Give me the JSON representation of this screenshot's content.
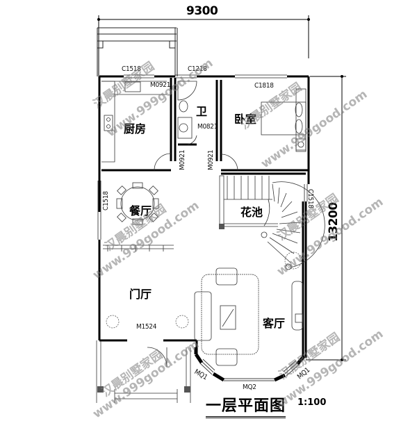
{
  "drawing": {
    "title": "一层平面图",
    "scale": "1:100",
    "dimensions": {
      "width": "9300",
      "height": "13200"
    }
  },
  "rooms": {
    "kitchen": "厨房",
    "bathroom": "卫",
    "bedroom": "卧室",
    "dining": "餐厅",
    "planter": "花池",
    "foyer": "门厅",
    "living": "客厅"
  },
  "openings": {
    "window_kitchen": "C1518",
    "window_bath": "C1218",
    "window_bedroom": "C1818",
    "window_dining": "C1518",
    "window_stair": "C1518",
    "door_kitchen_top": "M0921",
    "door_bath": "M0821",
    "door_kitchen": "M0921",
    "door_bedroom": "M0921",
    "door_entry": "M1524",
    "curtain_left": "MQ1",
    "curtain_center": "MQ2",
    "curtain_right": "MQ1"
  },
  "watermarks": {
    "brand": "汉晨别墅家园",
    "url": "www.999good.com"
  },
  "colors": {
    "wall": "#000000",
    "line": "#333333",
    "watermark": "#8a8a8a",
    "column": "#555555"
  }
}
